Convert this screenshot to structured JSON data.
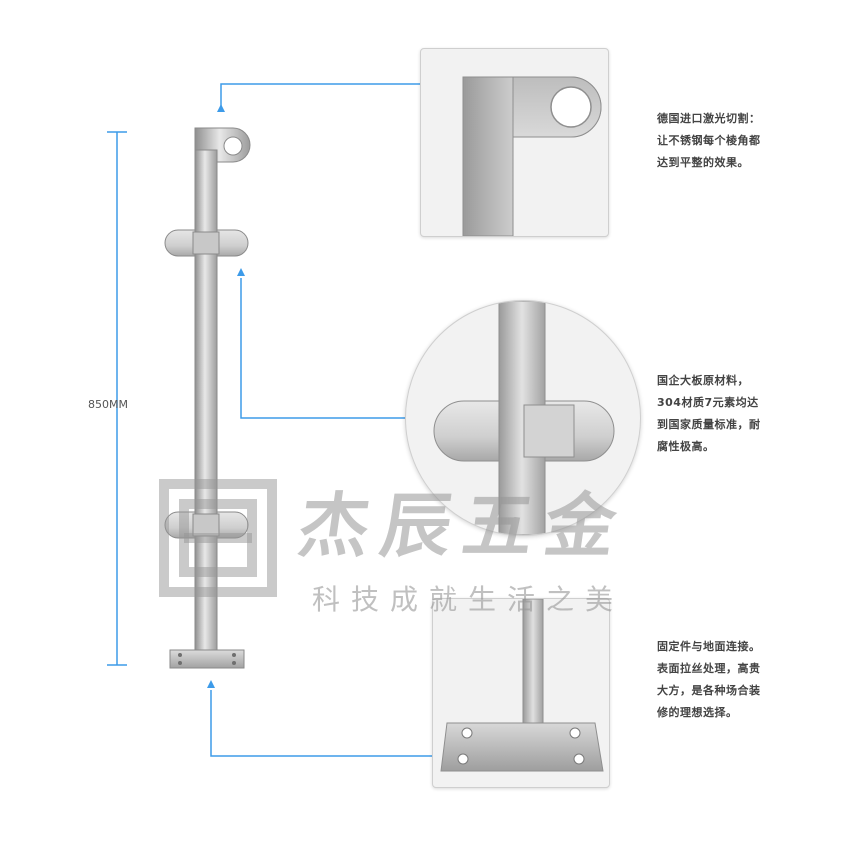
{
  "product": {
    "height_label": "850MM"
  },
  "features": [
    {
      "text": "德国进口激光切割：让不锈钢每个棱角都达到平整的效果。"
    },
    {
      "text": "国企大板原材料，304材质7元素均达到国家质量标准，耐腐性极高。"
    },
    {
      "text": "固定件与地面连接。表面拉丝处理，高贵大方，是各种场合装修的理想选择。"
    }
  ],
  "watermark": {
    "brand_name": "杰辰五金",
    "slogan": "科技成就生活之美"
  },
  "colors": {
    "accent": "#3d9be9",
    "steel_light": "#e2e2e2",
    "steel_dark": "#9a9a9a",
    "watermark": "#9a9a9a"
  },
  "icons": [
    "logo-mark-icon"
  ]
}
